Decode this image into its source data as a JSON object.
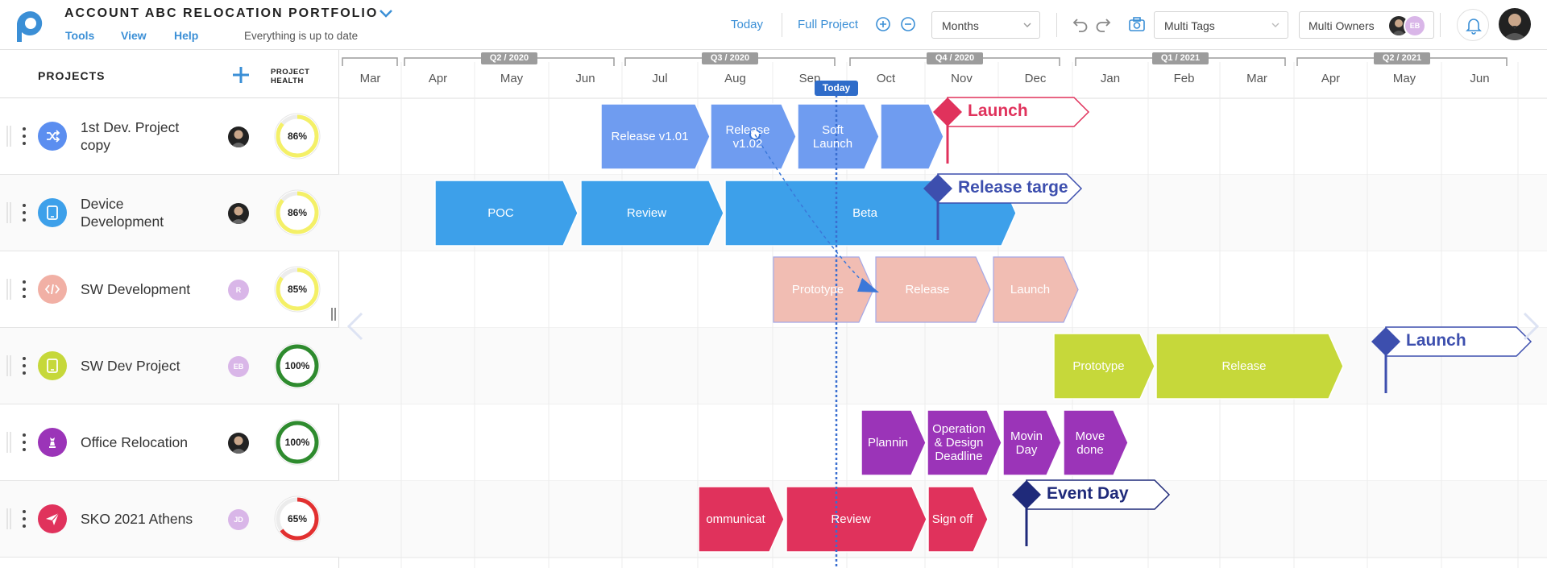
{
  "header": {
    "title": "ACCOUNT ABC RELOCATION PORTFOLIO",
    "menus": [
      "Tools",
      "View",
      "Help"
    ],
    "status": "Everything is up to date",
    "today_label": "Today",
    "full_project_label": "Full Project",
    "scale_select": "Months",
    "tags_select": "Multi Tags",
    "owners_select": "Multi Owners",
    "owner_initials": "EB"
  },
  "panel": {
    "heading": "PROJECTS",
    "health_heading_1": "PROJECT",
    "health_heading_2": "HEALTH"
  },
  "projects": [
    {
      "name": "1st Dev. Project copy",
      "icon": "shuffle-icon",
      "color": "#5b8ef0",
      "owner": "photo",
      "health": "86%",
      "health_value": 86,
      "health_color": "#f4f067"
    },
    {
      "name": "Device Development",
      "icon": "tablet-icon",
      "color": "#3da0ea",
      "owner": "photo",
      "health": "86%",
      "health_value": 86,
      "health_color": "#f4f067"
    },
    {
      "name": "SW Development",
      "icon": "code-icon",
      "color": "#f1b0a5",
      "owner": "R",
      "health": "85%",
      "health_value": 85,
      "health_color": "#f4f067"
    },
    {
      "name": "SW Dev Project",
      "icon": "tablet-icon",
      "color": "#c6d83a",
      "owner": "EB",
      "health": "100%",
      "health_value": 100,
      "health_color": "#2e8b2e"
    },
    {
      "name": "Office Relocation",
      "icon": "chess-icon",
      "color": "#9b34b8",
      "owner": "photo",
      "health": "100%",
      "health_value": 100,
      "health_color": "#2e8b2e"
    },
    {
      "name": "SKO 2021 Athens",
      "icon": "plane-icon",
      "color": "#e0325c",
      "owner": "JD",
      "health": "65%",
      "health_value": 65,
      "health_color": "#e23030"
    }
  ],
  "timeline": {
    "quarters": [
      "Q2 / 2020",
      "Q3 / 2020",
      "Q4 / 2020",
      "Q1 / 2021",
      "Q2 / 2021"
    ],
    "months": [
      "Mar",
      "Apr",
      "May",
      "Jun",
      "Jul",
      "Aug",
      "Sep",
      "Oct",
      "Nov",
      "Dec",
      "Jan",
      "Feb",
      "Mar",
      "Apr",
      "May",
      "Jun"
    ],
    "today_label": "Today",
    "bars": [
      {
        "row": 0,
        "label": "Release v1.01",
        "color": "#6f9cf0"
      },
      {
        "row": 0,
        "label": "Release v1.02",
        "color": "#6f9cf0"
      },
      {
        "row": 0,
        "label": "Soft Launch",
        "color": "#6f9cf0"
      },
      {
        "row": 0,
        "label": "",
        "color": "#6f9cf0"
      },
      {
        "row": 1,
        "label": "POC",
        "color": "#3da0ea"
      },
      {
        "row": 1,
        "label": "Review",
        "color": "#3da0ea"
      },
      {
        "row": 1,
        "label": "Beta",
        "color": "#3da0ea"
      },
      {
        "row": 2,
        "label": "Prototype",
        "color": "#f1bdb3"
      },
      {
        "row": 2,
        "label": "Release",
        "color": "#f1bdb3"
      },
      {
        "row": 2,
        "label": "Launch",
        "color": "#f1bdb3"
      },
      {
        "row": 3,
        "label": "Prototype",
        "color": "#c6d83a"
      },
      {
        "row": 3,
        "label": "Release",
        "color": "#c6d83a"
      },
      {
        "row": 4,
        "label": "Plannin",
        "color": "#9b34b8"
      },
      {
        "row": 4,
        "label": "Operation & Design Deadline",
        "color": "#9b34b8"
      },
      {
        "row": 4,
        "label": "Movin Day",
        "color": "#9b34b8"
      },
      {
        "row": 4,
        "label": "Move done",
        "color": "#9b34b8"
      },
      {
        "row": 5,
        "label": "ommunicat",
        "color": "#e0325c"
      },
      {
        "row": 5,
        "label": "Review",
        "color": "#e0325c"
      },
      {
        "row": 5,
        "label": "Sign off",
        "color": "#e0325c"
      }
    ],
    "milestones": [
      {
        "row": 0,
        "label": "Launch",
        "color": "#e0325c"
      },
      {
        "row": 1,
        "label": "Release targe",
        "color": "#3d4fae"
      },
      {
        "row": 3,
        "label": "Launch",
        "color": "#3d4fae"
      },
      {
        "row": 5,
        "label": "Event Day",
        "color": "#1f2a7a"
      }
    ]
  }
}
